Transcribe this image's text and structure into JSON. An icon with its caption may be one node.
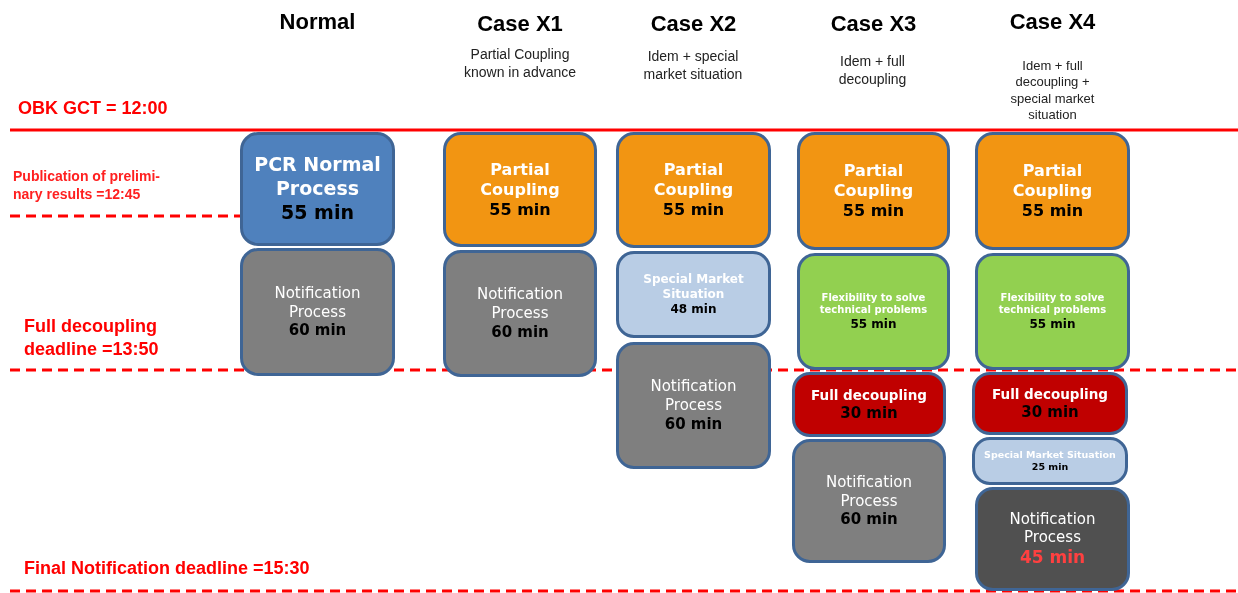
{
  "diagram": {
    "nodes": [
      {
        "text": [
          "PCR Normal Process",
          "55 min"
        ]
      },
      {
        "text": [
          "Notification Process",
          "60 min"
        ]
      },
      {
        "text": [
          "Partial Coupling",
          "55 min"
        ]
      },
      {
        "text": [
          "Notification Process",
          "60 min"
        ]
      },
      {
        "text": [
          "Partial Coupling",
          "55 min"
        ]
      },
      {
        "text": [
          "Special Market Situation",
          "48 min"
        ]
      },
      {
        "text": [
          "Notification Process",
          "60 min"
        ]
      },
      {
        "text": [
          "Partial Coupling",
          "55 min"
        ]
      },
      {
        "text": [
          "Flexibility to solve technical problems",
          "55 min"
        ]
      },
      {
        "text": [
          "Full decoupling",
          "30 min"
        ]
      },
      {
        "text": [
          "Notification Process",
          "60 min"
        ]
      },
      {
        "text": [
          "Partial Coupling",
          "55 min"
        ]
      },
      {
        "text": [
          "Flexibility to solve technical problems",
          "55 min"
        ]
      },
      {
        "text": [
          "Full decoupling",
          "30 min"
        ]
      },
      {
        "text": [
          "Special Market Situation",
          "25 min"
        ]
      },
      {
        "text": [
          "Notification Process",
          "45 min"
        ]
      }
    ],
    "edges": [],
    "labels": [
      "Normal",
      "Case X1",
      "Partial Coupling known in advance",
      "Case X2",
      "Idem + special market situation",
      "Case X3",
      "Idem + full decoupling",
      "Case X4",
      "Idem + full decoupling + special market situation",
      "OBK GCT = 12:00",
      "Publication of prelimi-nary results =12:45",
      "Full decoupling deadline =13:50",
      "Final Notification deadline =15:30"
    ]
  }
}
